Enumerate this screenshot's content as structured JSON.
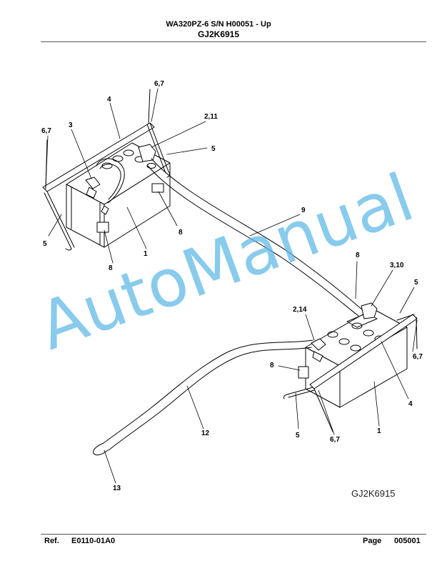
{
  "header": {
    "model_line": "WA320PZ-6 S/N H00051 - Up",
    "code": "GJ2K6915"
  },
  "figure": {
    "code_label": "GJ2K6915",
    "callouts": [
      "6,7",
      "4",
      "3",
      "2,11",
      "6,7",
      "5",
      "5",
      "8",
      "9",
      "1",
      "8",
      "8",
      "3,10",
      "5",
      "2,14",
      "6,7",
      "8",
      "4",
      "12",
      "5",
      "6,7",
      "1",
      "13"
    ]
  },
  "watermark": {
    "text": "AutoManual",
    "color": "#5bb8e6"
  },
  "footer": {
    "ref_label": "Ref.",
    "ref_value": "E0110-01A0",
    "page_label": "Page",
    "page_value": "005001"
  }
}
